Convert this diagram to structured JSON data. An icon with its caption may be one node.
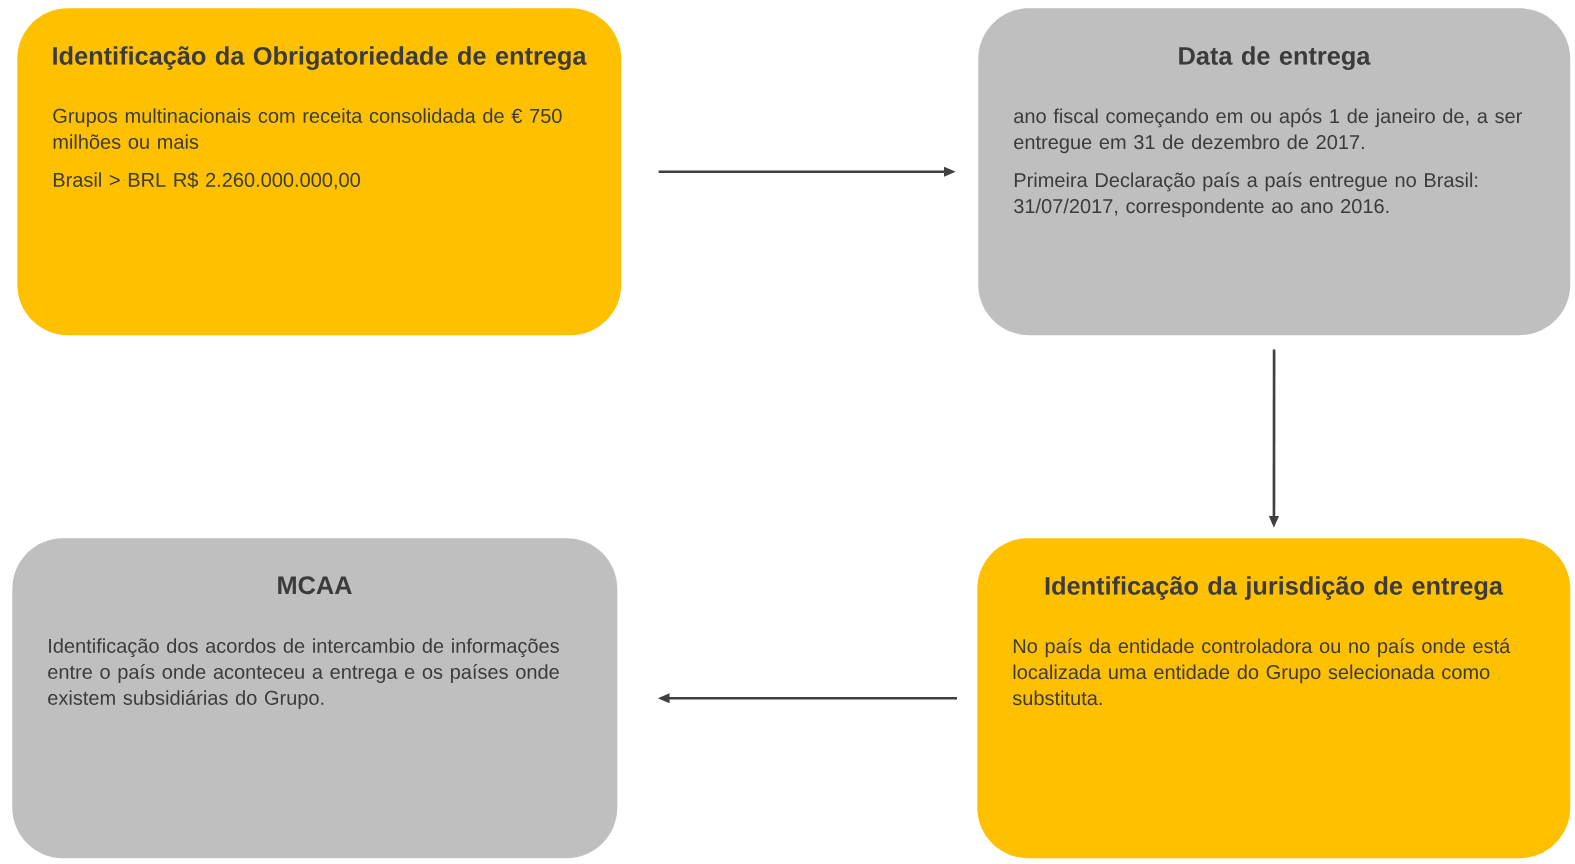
{
  "diagram": {
    "nodes": [
      {
        "text": [
          "Identificação da Obrigatoriedade de entrega",
          "Grupos multinacionais com receita consolidada de € 750 milhões ou mais",
          "Brasil > BRL R$ 2.260.000.000,00"
        ]
      },
      {
        "text": [
          "Data de entrega",
          "ano fiscal começando em ou após 1 de janeiro de, a ser entregue em 31 de dezembro de 2017.",
          "Primeira Declaração país a país entregue no Brasil: 31/07/2017, correspondente ao ano 2016."
        ]
      },
      {
        "text": [
          "MCAA",
          "Identificação dos acordos de intercambio de informações entre o país onde aconteceu a entrega e os países onde existem subsidiárias do Grupo."
        ]
      },
      {
        "text": [
          "Identificação da jurisdição de entrega",
          "No país da entidade controladora ou no país onde está localizada uma entidade do Grupo selecionada como substituta."
        ]
      }
    ],
    "edges": [
      {
        "from": 0,
        "to": 1,
        "arrow": "to"
      },
      {
        "from": 1,
        "to": 3,
        "arrow": "to"
      },
      {
        "from": 3,
        "to": 2,
        "arrow": "to"
      }
    ]
  }
}
